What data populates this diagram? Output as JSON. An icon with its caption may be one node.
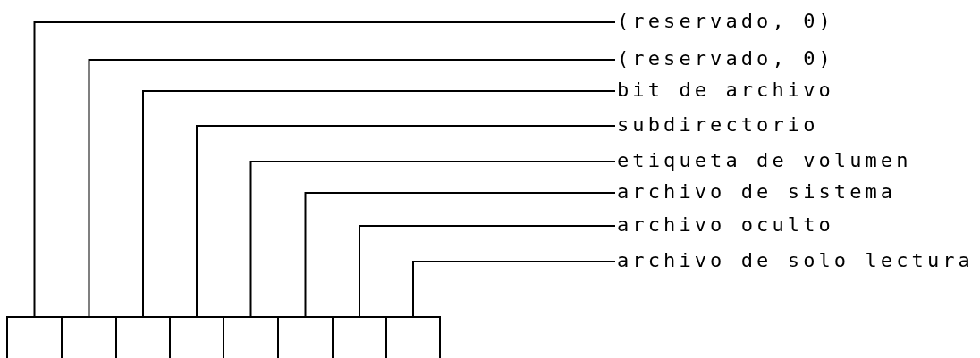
{
  "diagram": {
    "nodes": [
      {
        "text": [
          "(reservado, 0)"
        ]
      },
      {
        "text": [
          "(reservado, 0)"
        ]
      },
      {
        "text": [
          "bit de archivo"
        ]
      },
      {
        "text": [
          "subdirectorio"
        ]
      },
      {
        "text": [
          "etiqueta de volumen"
        ]
      },
      {
        "text": [
          "archivo de sistema"
        ]
      },
      {
        "text": [
          "archivo oculto"
        ]
      },
      {
        "text": [
          "archivo de solo lectura"
        ]
      },
      {
        "text": [],
        "shape": "box"
      },
      {
        "text": [],
        "shape": "box"
      },
      {
        "text": [],
        "shape": "box"
      },
      {
        "text": [],
        "shape": "box"
      },
      {
        "text": [],
        "shape": "box"
      },
      {
        "text": [],
        "shape": "box"
      },
      {
        "text": [],
        "shape": "box"
      },
      {
        "text": [],
        "shape": "box"
      }
    ],
    "edges": [
      {
        "from": 0,
        "to": 8,
        "arrow": "none"
      },
      {
        "from": 1,
        "to": 9,
        "arrow": "none"
      },
      {
        "from": 2,
        "to": 10,
        "arrow": "none"
      },
      {
        "from": 3,
        "to": 11,
        "arrow": "none"
      },
      {
        "from": 4,
        "to": 12,
        "arrow": "none"
      },
      {
        "from": 5,
        "to": 13,
        "arrow": "none"
      },
      {
        "from": 6,
        "to": 14,
        "arrow": "none"
      },
      {
        "from": 7,
        "to": 15,
        "arrow": "none"
      }
    ]
  }
}
